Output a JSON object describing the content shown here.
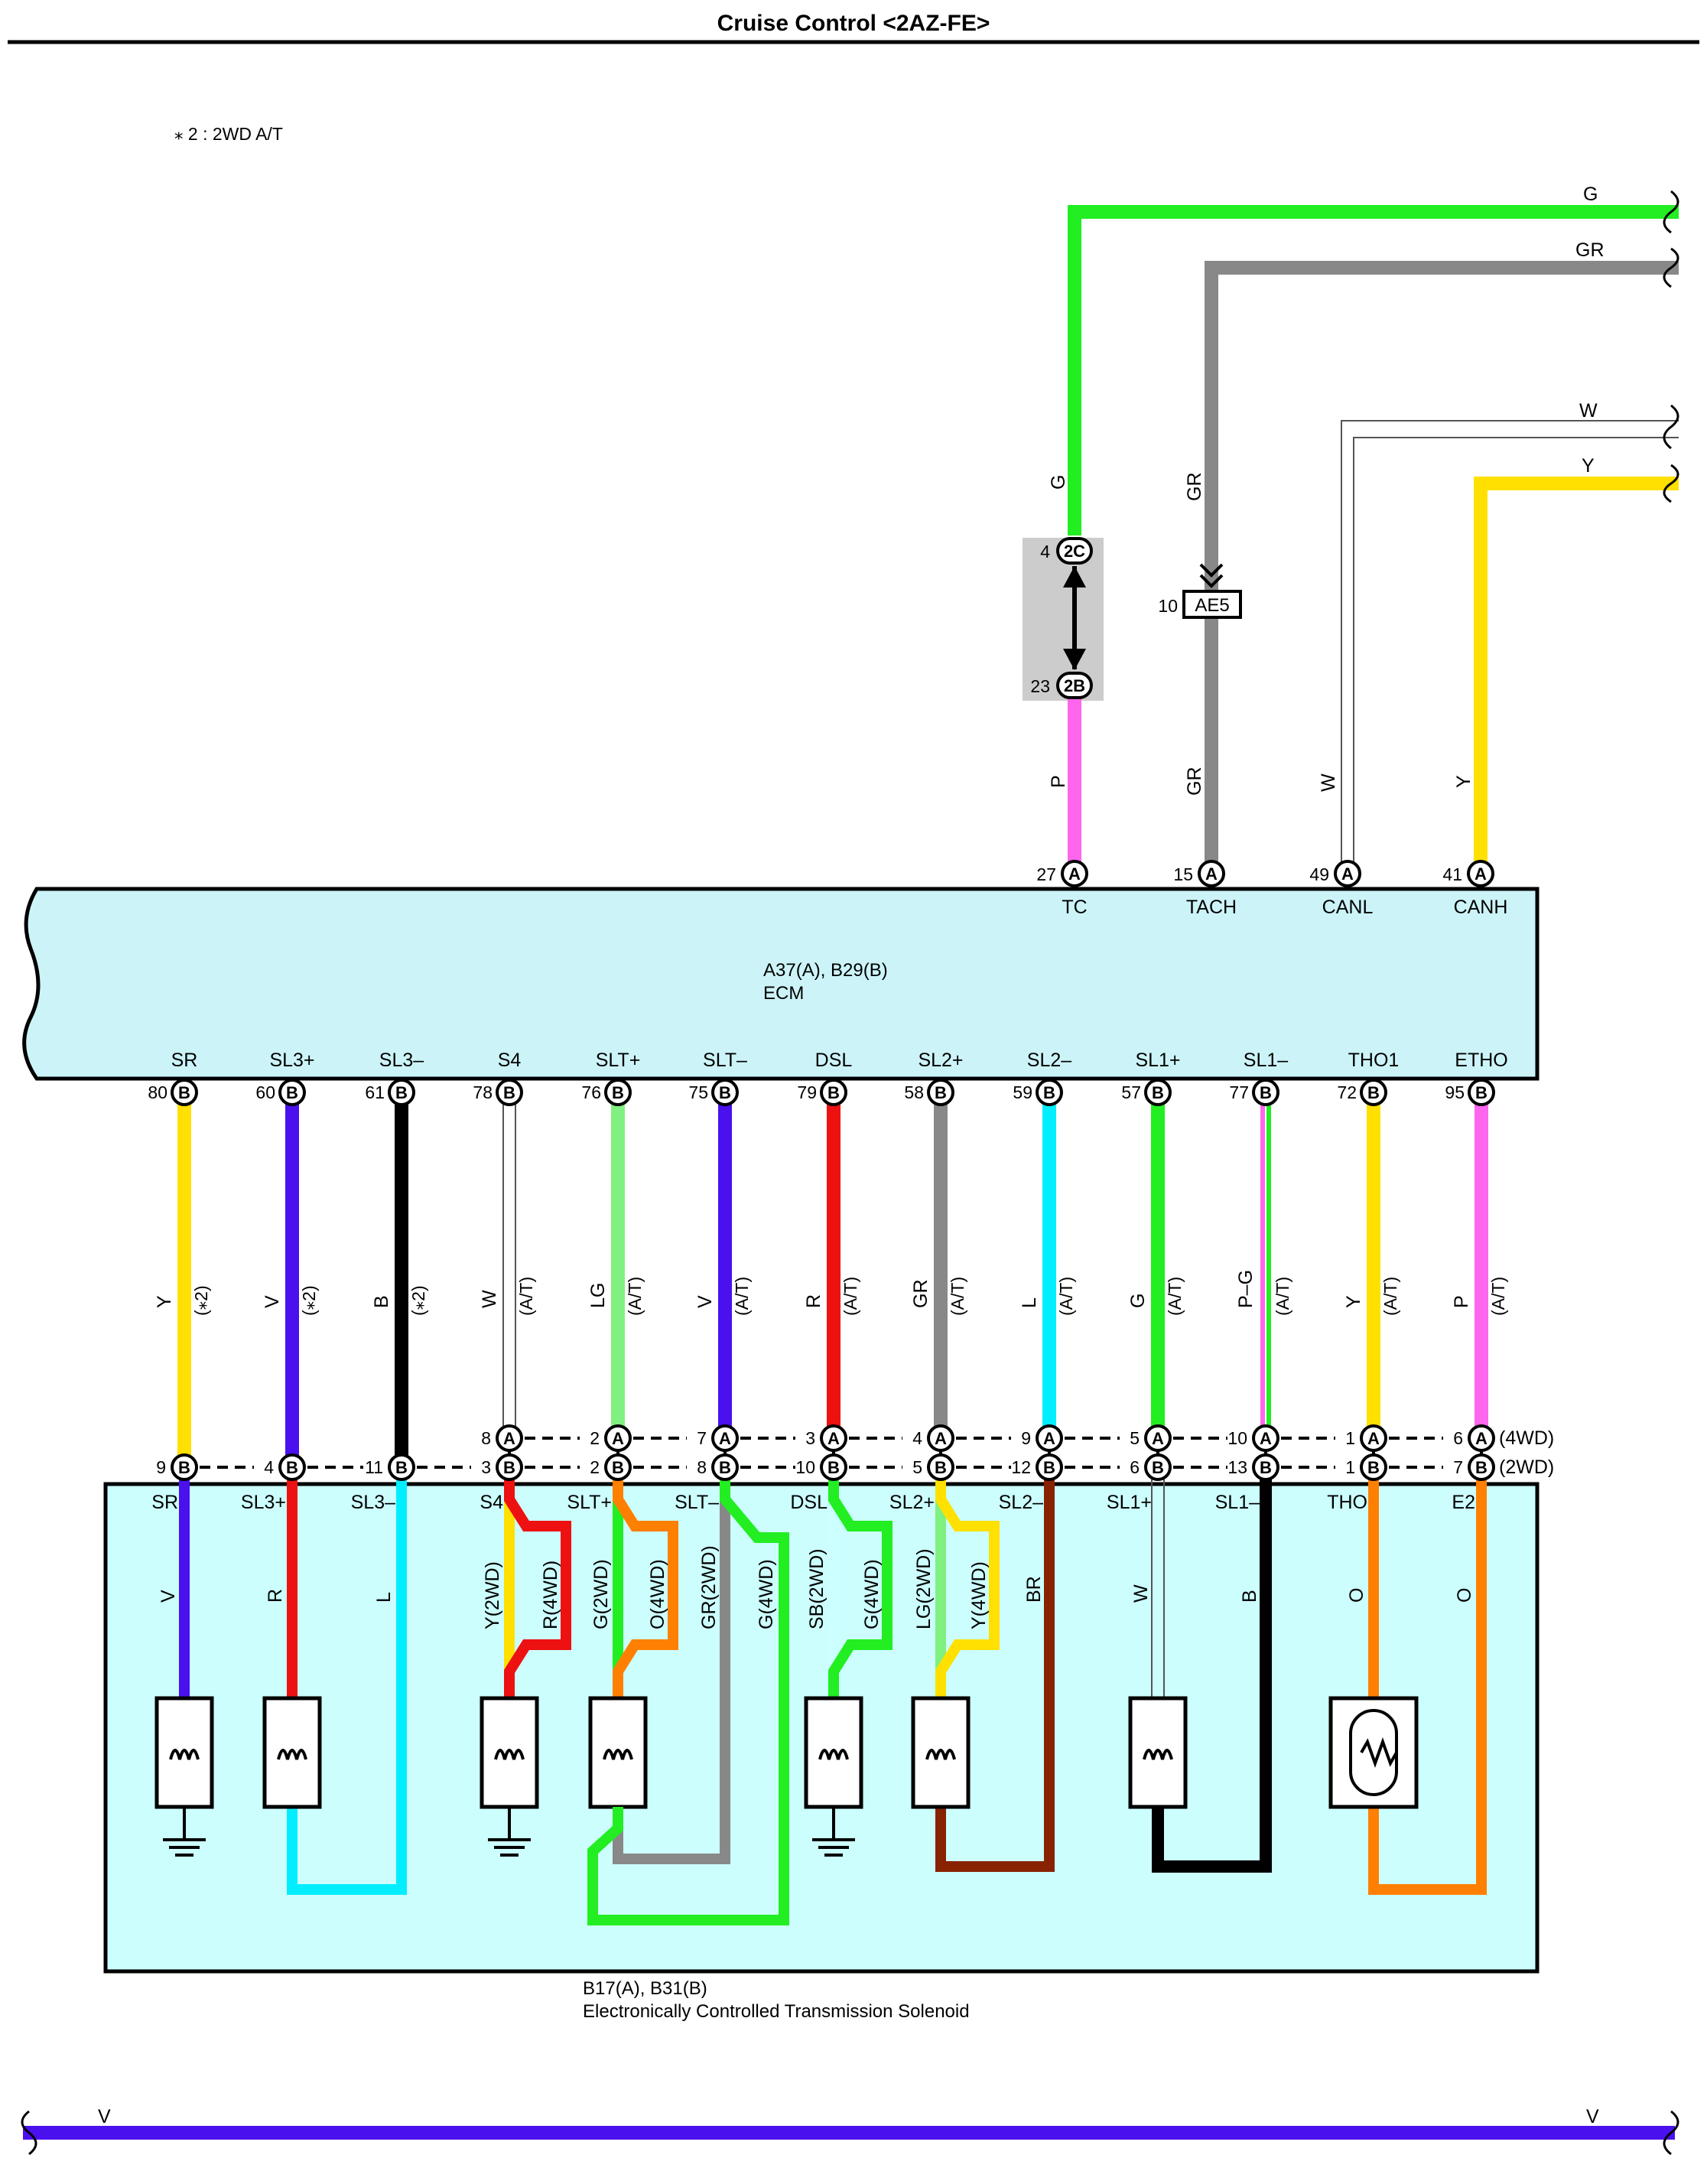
{
  "title": "Cruise Control <2AZ-FE>",
  "footnote": "⁎ 2 : 2WD A/T",
  "ecm": {
    "code": "A37(A), B29(B)",
    "name": "ECM"
  },
  "solenoid": {
    "code": "B17(A), B31(B)",
    "name": "Electronically Controlled Transmission Solenoid"
  },
  "top_wires": [
    {
      "color_code": "G",
      "hex": "#22ee22"
    },
    {
      "color_code": "GR",
      "hex": "#888888"
    },
    {
      "color_code": "W",
      "hex": "#ffffff"
    },
    {
      "color_code": "Y",
      "hex": "#ffe000"
    }
  ],
  "upper_terminals": [
    {
      "name": "TC",
      "pin": "27",
      "block": "A",
      "wire": "P",
      "wire_above": "G"
    },
    {
      "name": "TACH",
      "pin": "15",
      "block": "A",
      "wire": "GR",
      "wire_above": "GR"
    },
    {
      "name": "CANL",
      "pin": "49",
      "block": "A",
      "wire": "W"
    },
    {
      "name": "CANH",
      "pin": "41",
      "block": "A",
      "wire": "Y"
    }
  ],
  "junction_2c": {
    "pin": "4",
    "label": "2C"
  },
  "junction_2b": {
    "pin": "23",
    "label": "2B"
  },
  "connector_ae5": {
    "pin": "10",
    "label": "AE5"
  },
  "lower_terminals": [
    {
      "ecm_name": "SR",
      "ecm_pin": "80",
      "ecm_block": "B",
      "wire": "Y",
      "note": "(⁎2)",
      "hex": "#ffe000",
      "sol_a_pin": "",
      "sol_b_pin": "9",
      "sol_name": "SR",
      "sol_wire": "V"
    },
    {
      "ecm_name": "SL3+",
      "ecm_pin": "60",
      "ecm_block": "B",
      "wire": "V",
      "note": "(⁎2)",
      "hex": "#4a10ee",
      "sol_a_pin": "",
      "sol_b_pin": "4",
      "sol_name": "SL3+",
      "sol_wire": "R"
    },
    {
      "ecm_name": "SL3–",
      "ecm_pin": "61",
      "ecm_block": "B",
      "wire": "B",
      "note": "(⁎2)",
      "hex": "#000000",
      "sol_a_pin": "",
      "sol_b_pin": "11",
      "sol_name": "SL3–",
      "sol_wire": "L"
    },
    {
      "ecm_name": "S4",
      "ecm_pin": "78",
      "ecm_block": "B",
      "wire": "W",
      "note": "(A/T)",
      "hex": "#ffffff",
      "sol_a_pin": "8",
      "sol_b_pin": "3",
      "sol_name": "S4",
      "sol_wire": "Y(2WD)",
      "sol_wire2": "R(4WD)"
    },
    {
      "ecm_name": "SLT+",
      "ecm_pin": "76",
      "ecm_block": "B",
      "wire": "LG",
      "note": "(A/T)",
      "hex": "#80f080",
      "sol_a_pin": "2",
      "sol_b_pin": "2",
      "sol_name": "SLT+",
      "sol_wire": "G(2WD)",
      "sol_wire2": "O(4WD)"
    },
    {
      "ecm_name": "SLT–",
      "ecm_pin": "75",
      "ecm_block": "B",
      "wire": "V",
      "note": "(A/T)",
      "hex": "#4a10ee",
      "sol_a_pin": "7",
      "sol_b_pin": "8",
      "sol_name": "SLT–",
      "sol_wire": "GR(2WD)",
      "sol_wire2": "G(4WD)"
    },
    {
      "ecm_name": "DSL",
      "ecm_pin": "79",
      "ecm_block": "B",
      "wire": "R",
      "note": "(A/T)",
      "hex": "#ee1111",
      "sol_a_pin": "3",
      "sol_b_pin": "10",
      "sol_name": "DSL",
      "sol_wire": "SB(2WD)",
      "sol_wire2": "G(4WD)"
    },
    {
      "ecm_name": "SL2+",
      "ecm_pin": "58",
      "ecm_block": "B",
      "wire": "GR",
      "note": "(A/T)",
      "hex": "#888888",
      "sol_a_pin": "4",
      "sol_b_pin": "5",
      "sol_name": "SL2+",
      "sol_wire": "LG(2WD)",
      "sol_wire2": "Y(4WD)"
    },
    {
      "ecm_name": "SL2–",
      "ecm_pin": "59",
      "ecm_block": "B",
      "wire": "L",
      "note": "(A/T)",
      "hex": "#00eeff",
      "sol_a_pin": "9",
      "sol_b_pin": "12",
      "sol_name": "SL2–",
      "sol_wire": "BR"
    },
    {
      "ecm_name": "SL1+",
      "ecm_pin": "57",
      "ecm_block": "B",
      "wire": "G",
      "note": "(A/T)",
      "hex": "#22ee22",
      "sol_a_pin": "5",
      "sol_b_pin": "6",
      "sol_name": "SL1+",
      "sol_wire": "W"
    },
    {
      "ecm_name": "SL1–",
      "ecm_pin": "77",
      "ecm_block": "B",
      "wire": "P–G",
      "note": "(A/T)",
      "hex": "#ff66ee",
      "sol_a_pin": "10",
      "sol_b_pin": "13",
      "sol_name": "SL1–",
      "sol_wire": "B"
    },
    {
      "ecm_name": "THO1",
      "ecm_pin": "72",
      "ecm_block": "B",
      "wire": "Y",
      "note": "(A/T)",
      "hex": "#ffe000",
      "sol_a_pin": "1",
      "sol_b_pin": "1",
      "sol_name": "THO",
      "sol_wire": "O"
    },
    {
      "ecm_name": "ETHO",
      "ecm_pin": "95",
      "ecm_block": "B",
      "wire": "P",
      "note": "(A/T)",
      "hex": "#ff66ee",
      "sol_a_pin": "6",
      "sol_b_pin": "7",
      "sol_name": "E2",
      "sol_wire": "O"
    }
  ],
  "row_labels": {
    "a": "(4WD)",
    "b": "(2WD)"
  },
  "bottom_wire": {
    "left_label": "V",
    "right_label": "V",
    "hex": "#4a10ee"
  },
  "colors": {
    "ecm_fill": "#ccf4f8",
    "solenoid_fill": "#ccfefe",
    "junction_fill": "#cccccc",
    "brown": "#882200",
    "orange": "#ff8000"
  }
}
